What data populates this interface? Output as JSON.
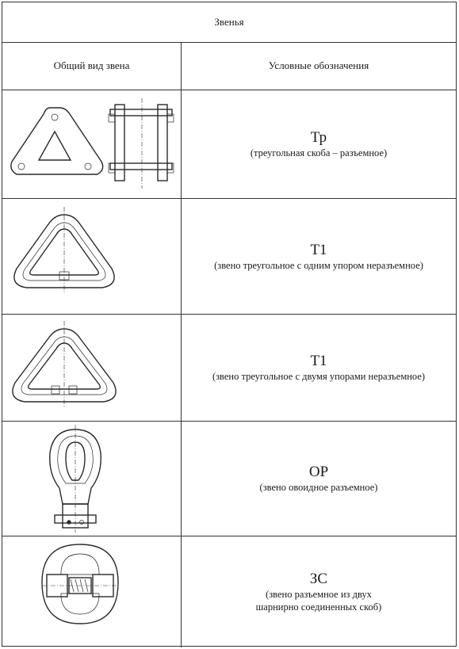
{
  "table": {
    "title": "Звенья",
    "col_view": "Общий вид звена",
    "col_symbol": "Условные обозначения",
    "rows": [
      {
        "code": "Тр",
        "desc": "(треугольная скоба – разъемное)"
      },
      {
        "code": "Т1",
        "desc": "(звено треугольное с одним упором неразъемное)"
      },
      {
        "code": "Т1",
        "desc": "(звено треугольное с двумя упорами неразъемное)"
      },
      {
        "code": "ОР",
        "desc": "(звено овоидное разъемное)"
      },
      {
        "code": "ЗС",
        "desc_line1": "(звено разъемное из двух",
        "desc_line2": "шарнирно соединенных скоб)"
      }
    ]
  }
}
